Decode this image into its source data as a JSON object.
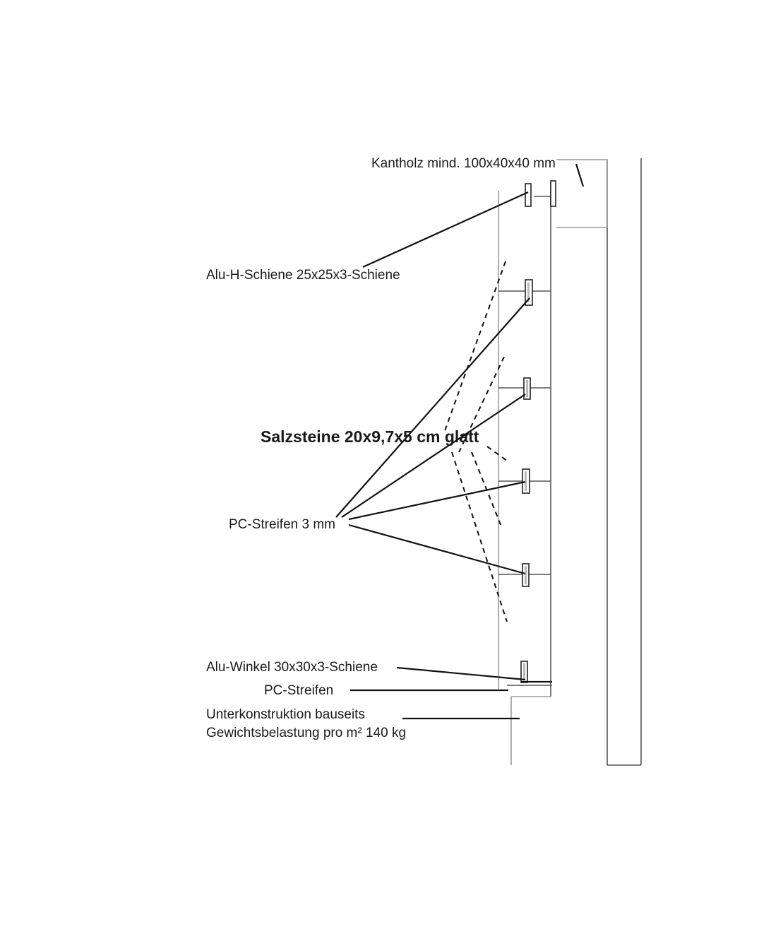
{
  "labels": {
    "kantholz": "Kantholz mind. 100x40x40 mm",
    "alu_h": "Alu-H-Schiene 25x25x3-Schiene",
    "salzsteine": "Salzsteine 20x9,7x5 cm glatt",
    "pc_streifen_3mm": "PC-Streifen 3 mm",
    "alu_winkel": "Alu-Winkel 30x30x3-Schiene",
    "pc_streifen": "PC-Streifen",
    "unterkonstruktion": "Unterkonstruktion bauseits",
    "gewicht": "Gewichtsbelastung pro m² 140 kg"
  }
}
